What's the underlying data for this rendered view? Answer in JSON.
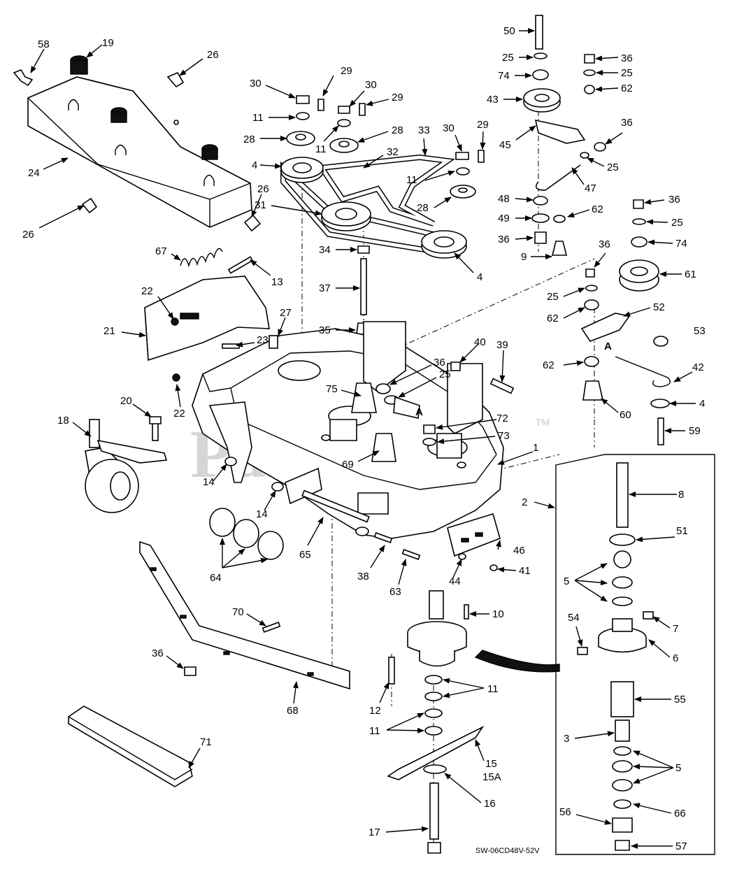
{
  "diagram": {
    "watermark": "PartsTree",
    "watermark_tm": "TM",
    "drawing_code": "SW-06CD48V-52V",
    "callouts": [
      {
        "id": "c58",
        "label": "58"
      },
      {
        "id": "c19",
        "label": "19"
      },
      {
        "id": "c26a",
        "label": "26"
      },
      {
        "id": "c24",
        "label": "24"
      },
      {
        "id": "c26b",
        "label": "26"
      },
      {
        "id": "c26c",
        "label": "26"
      },
      {
        "id": "c30a",
        "label": "30"
      },
      {
        "id": "c29a",
        "label": "29"
      },
      {
        "id": "c30b",
        "label": "30"
      },
      {
        "id": "c29b",
        "label": "29"
      },
      {
        "id": "c11a",
        "label": "11"
      },
      {
        "id": "c28a",
        "label": "28"
      },
      {
        "id": "c28b",
        "label": "28"
      },
      {
        "id": "c11b",
        "label": "11"
      },
      {
        "id": "c33",
        "label": "33"
      },
      {
        "id": "c32",
        "label": "32"
      },
      {
        "id": "c4a",
        "label": "4"
      },
      {
        "id": "c31",
        "label": "31"
      },
      {
        "id": "c30c",
        "label": "30"
      },
      {
        "id": "c29c",
        "label": "29"
      },
      {
        "id": "c11c",
        "label": "11"
      },
      {
        "id": "c28c",
        "label": "28"
      },
      {
        "id": "c4b",
        "label": "4"
      },
      {
        "id": "c34",
        "label": "34"
      },
      {
        "id": "c37",
        "label": "37"
      },
      {
        "id": "c35",
        "label": "35"
      },
      {
        "id": "c50",
        "label": "50"
      },
      {
        "id": "c25a",
        "label": "25"
      },
      {
        "id": "c74a",
        "label": "74"
      },
      {
        "id": "c43",
        "label": "43"
      },
      {
        "id": "c45",
        "label": "45"
      },
      {
        "id": "c36a",
        "label": "36"
      },
      {
        "id": "c25b",
        "label": "25"
      },
      {
        "id": "c62a",
        "label": "62"
      },
      {
        "id": "c36b",
        "label": "36"
      },
      {
        "id": "c25c",
        "label": "25"
      },
      {
        "id": "c47",
        "label": "47"
      },
      {
        "id": "c48",
        "label": "48"
      },
      {
        "id": "c49",
        "label": "49"
      },
      {
        "id": "c62b",
        "label": "62"
      },
      {
        "id": "c36c",
        "label": "36"
      },
      {
        "id": "c9",
        "label": "9"
      },
      {
        "id": "c36d",
        "label": "36"
      },
      {
        "id": "c25d",
        "label": "25"
      },
      {
        "id": "c74b",
        "label": "74"
      },
      {
        "id": "c61",
        "label": "61"
      },
      {
        "id": "c36e",
        "label": "36"
      },
      {
        "id": "c25e",
        "label": "25"
      },
      {
        "id": "c62c",
        "label": "62"
      },
      {
        "id": "c52",
        "label": "52"
      },
      {
        "id": "c53",
        "label": "53"
      },
      {
        "id": "cA1",
        "label": "A"
      },
      {
        "id": "c62d",
        "label": "62"
      },
      {
        "id": "c42",
        "label": "42"
      },
      {
        "id": "c4c",
        "label": "4"
      },
      {
        "id": "c60",
        "label": "60"
      },
      {
        "id": "c59",
        "label": "59"
      },
      {
        "id": "c67",
        "label": "67"
      },
      {
        "id": "c13",
        "label": "13"
      },
      {
        "id": "c22a",
        "label": "22"
      },
      {
        "id": "c21",
        "label": "21"
      },
      {
        "id": "c27",
        "label": "27"
      },
      {
        "id": "c23",
        "label": "23"
      },
      {
        "id": "c22b",
        "label": "22"
      },
      {
        "id": "c40",
        "label": "40"
      },
      {
        "id": "c39",
        "label": "39"
      },
      {
        "id": "c36f",
        "label": "36"
      },
      {
        "id": "c25f",
        "label": "25"
      },
      {
        "id": "c75",
        "label": "75"
      },
      {
        "id": "cA2",
        "label": "A"
      },
      {
        "id": "c72",
        "label": "72"
      },
      {
        "id": "c73",
        "label": "73"
      },
      {
        "id": "c69",
        "label": "69"
      },
      {
        "id": "c1",
        "label": "1"
      },
      {
        "id": "c20",
        "label": "20"
      },
      {
        "id": "c18",
        "label": "18"
      },
      {
        "id": "c14a",
        "label": "14"
      },
      {
        "id": "c14b",
        "label": "14"
      },
      {
        "id": "c2",
        "label": "2"
      },
      {
        "id": "c8",
        "label": "8"
      },
      {
        "id": "c51",
        "label": "51"
      },
      {
        "id": "c5a",
        "label": "5"
      },
      {
        "id": "c7",
        "label": "7"
      },
      {
        "id": "c54",
        "label": "54"
      },
      {
        "id": "c6",
        "label": "6"
      },
      {
        "id": "c55",
        "label": "55"
      },
      {
        "id": "c3",
        "label": "3"
      },
      {
        "id": "c5b",
        "label": "5"
      },
      {
        "id": "c66",
        "label": "66"
      },
      {
        "id": "c56",
        "label": "56"
      },
      {
        "id": "c57",
        "label": "57"
      },
      {
        "id": "c64",
        "label": "64"
      },
      {
        "id": "c65",
        "label": "65"
      },
      {
        "id": "c38",
        "label": "38"
      },
      {
        "id": "c63",
        "label": "63"
      },
      {
        "id": "c44",
        "label": "44"
      },
      {
        "id": "c46",
        "label": "46"
      },
      {
        "id": "c41",
        "label": "41"
      },
      {
        "id": "c10",
        "label": "10"
      },
      {
        "id": "c70",
        "label": "70"
      },
      {
        "id": "c36g",
        "label": "36"
      },
      {
        "id": "c68",
        "label": "68"
      },
      {
        "id": "c12",
        "label": "12"
      },
      {
        "id": "c11d",
        "label": "11"
      },
      {
        "id": "c11e",
        "label": "11"
      },
      {
        "id": "c15",
        "label": "15"
      },
      {
        "id": "c15A",
        "label": "15A"
      },
      {
        "id": "c16",
        "label": "16"
      },
      {
        "id": "c17",
        "label": "17"
      },
      {
        "id": "c71",
        "label": "71"
      }
    ]
  }
}
